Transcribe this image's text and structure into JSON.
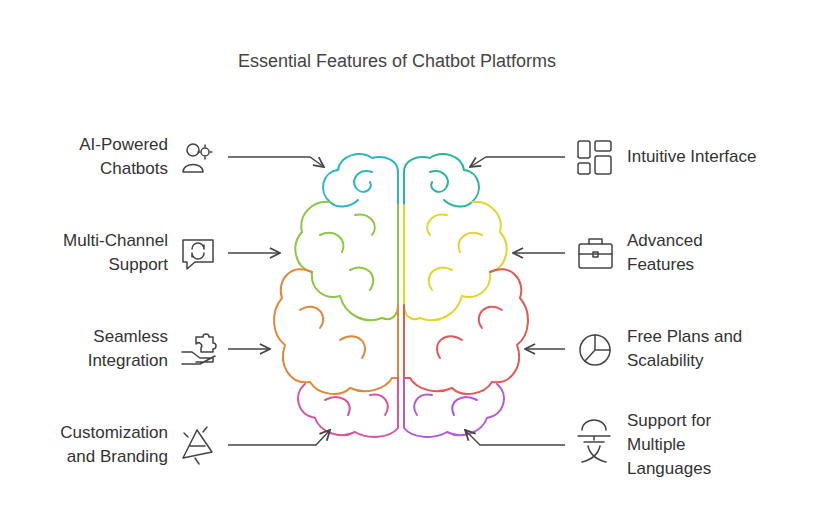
{
  "diagram": {
    "title": "Essential Features of Chatbot Platforms",
    "labels": [
      "AI-Powered Chatbots",
      "Intuitive Interface",
      "Multi-Channel Support",
      "Advanced Features",
      "Seamless Integration",
      "Free Plans and Scalability",
      "Customization and Branding",
      "Support for Multiple Languages"
    ]
  }
}
